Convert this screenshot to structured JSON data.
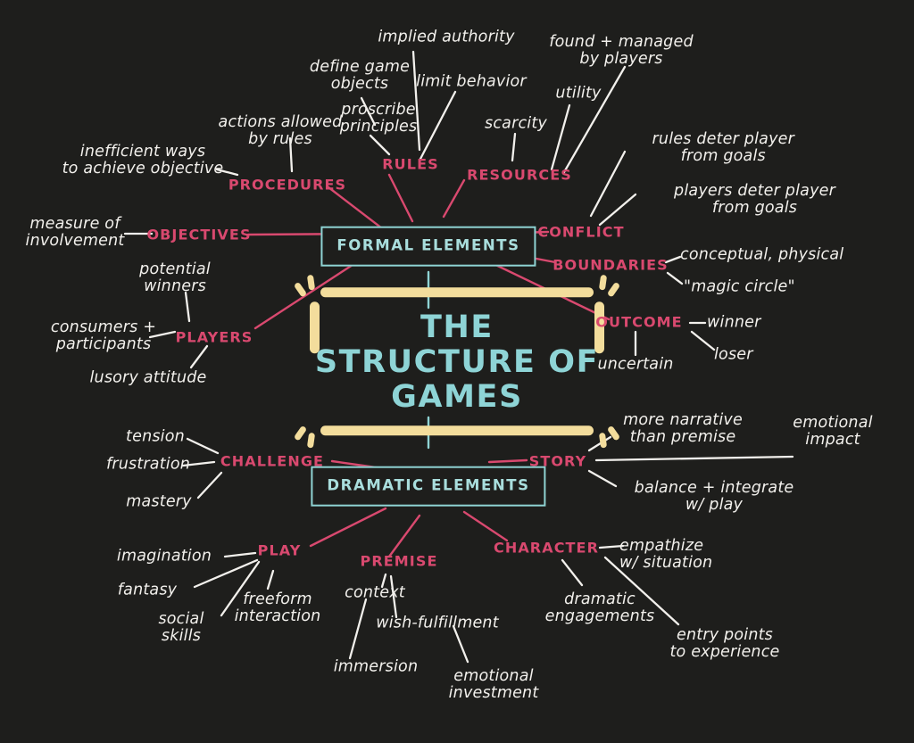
{
  "meta": {
    "title": "THE STRUCTURE\nOF GAMES",
    "background_color": "#1e1e1c",
    "accent_teal": "#8fd4d4",
    "accent_pink": "#d9496f",
    "accent_yellow": "#f3dd9c",
    "leaf_color": "#f2f0ec"
  },
  "hubs": {
    "formal": "FORMAL\nELEMENTS",
    "dramatic": "DRAMATIC\nELEMENTS"
  },
  "branches": {
    "rules": "RULES",
    "resources": "RESOURCES",
    "procedures": "PROCEDURES",
    "objectives": "OBJECTIVES",
    "players": "PLAYERS",
    "conflict": "CONFLICT",
    "boundaries": "BOUNDARIES",
    "outcome": "OUTCOME",
    "challenge": "CHALLENGE",
    "story": "STORY",
    "play": "PLAY",
    "premise": "PREMISE",
    "character": "CHARACTER"
  },
  "leaves": {
    "implied_authority": "implied authority",
    "define_game_objects": "define game\nobjects",
    "proscribe_principles": "proscribe\nprinciples",
    "limit_behavior": "limit behavior",
    "scarcity": "scarcity",
    "utility": "utility",
    "found_managed": "found + managed\nby players",
    "rules_deter": "rules deter player\nfrom goals",
    "players_deter": "players deter player\nfrom goals",
    "actions_allowed": "actions allowed\nby rules",
    "inefficient_ways": "inefficient ways\nto achieve objective",
    "measure_involvement": "measure of\ninvolvement",
    "potential_winners": "potential\nwinners",
    "consumers_participants": "consumers +\nparticipants",
    "lusory_attitude": "lusory attitude",
    "conceptual_physical": "conceptual, physical",
    "magic_circle": "\"magic circle\"",
    "winner": "winner",
    "loser": "loser",
    "uncertain": "uncertain",
    "tension": "tension",
    "frustration": "frustration",
    "mastery": "mastery",
    "more_narrative": "more narrative\nthan premise",
    "emotional_impact": "emotional\nimpact",
    "balance_integrate": "balance + integrate\nw/ play",
    "imagination": "imagination",
    "fantasy": "fantasy",
    "social_skills": "social\nskills",
    "freeform_interaction": "freeform\ninteraction",
    "context": "context",
    "wish_fulfillment": "wish-fulfillment",
    "immersion": "immersion",
    "emotional_investment": "emotional\ninvestment",
    "empathize": "empathize\nw/ situation",
    "dramatic_engagements": "dramatic\nengagements",
    "entry_points": "entry points\nto experience"
  }
}
